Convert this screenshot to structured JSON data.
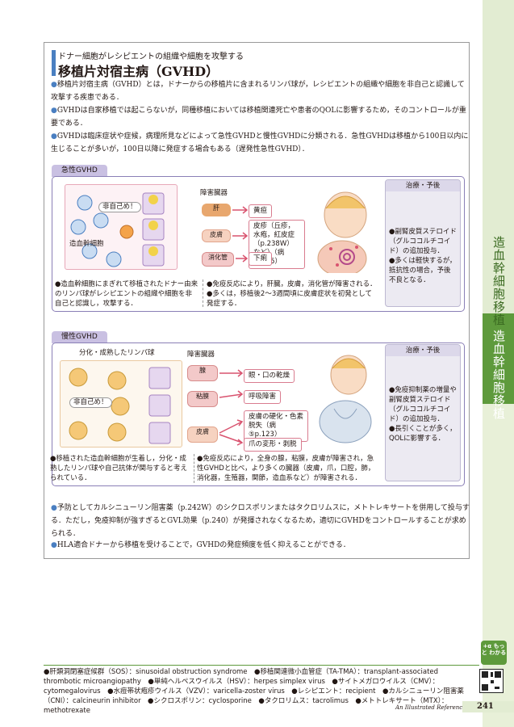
{
  "header": {
    "subtitle": "ドナー細胞がレシピエントの組織や細胞を攻撃する",
    "title": "移植片対宿主病（GVHD）"
  },
  "intro": [
    "移植片対宿主病（GVHD）とは，ドナーからの移植片に含まれるリンパ球が，レシピエントの組織や細胞を非自己と認識して攻撃する疾患である．",
    "GVHDは自家移植では起こらないが，同種移植においては移植関連死亡や患者のQOLに影響するため，そのコントロールが重要である．",
    "GVHDは臨床症状や症候，病理所見などによって急性GVHDと慢性GVHDに分類される．急性GVHDは移植から100日以内に生じることが多いが，100日以降に発症する場合もある（遅発性急性GVHD）．"
  ],
  "acute": {
    "label": "急性GVHD",
    "non_self": "非自己め！",
    "cell_label": "造血幹細胞",
    "organ_header": "障害臓器",
    "organs": [
      "肝",
      "皮膚",
      "消化管"
    ],
    "symptoms": [
      "黄疸",
      "皮疹（丘疹，水疱，紅皮症（p.238W）など）（病⑤p.15）",
      "下痢"
    ],
    "note_left": "造血幹細胞にまぎれて移植されたドナー由来のリンパ球がレシピエントの組織や細胞を非自己と認識し，攻撃する．",
    "note_right": [
      "免疫反応により，肝臓，皮膚，消化管が障害される．",
      "多くは，移植後2〜3週間頃に皮膚症状を初発として発症する．"
    ],
    "treat_header": "治療・予後",
    "treat": [
      "副腎皮質ステロイド（グルココルチコイド）の追加投与．",
      "多くは軽快するが，抵抗性の場合，予後不良となる．"
    ]
  },
  "chronic": {
    "label": "慢性GVHD",
    "cell_label": "分化・成熟したリンパ球",
    "non_self": "非自己め！",
    "organ_header": "障害臓器",
    "organs": [
      "腺",
      "粘膜",
      "皮膚"
    ],
    "symptoms": [
      "眼・口の乾燥",
      "呼吸障害",
      "皮膚の硬化・色素脱失（病⑤p.123）",
      "爪の変形・剥脱"
    ],
    "note_left": "移植された造血幹細胞が生着し，分化・成熟したリンパ球や自己抗体が関与すると考えられている．",
    "note_right": "免疫反応により，全身の腺，粘膜，皮膚が障害され，急性GVHDと比べ，より多くの臓器（皮膚，爪，口腔，肺，消化器，生殖器，関節，造血系など）が障害される．",
    "treat_header": "治療・予後",
    "treat": [
      "免疫抑制薬の増量や副腎皮質ステロイド（グルココルチコイド）の追加投与．",
      "長引くことが多く，QOLに影響する．"
    ]
  },
  "bottom": [
    "予防としてカルシニューリン阻害薬（p.242W）のシクロスポリンまたはタクロリムスに，メトトレキサートを併用して投与する．ただし，免疫抑制が強すぎるとGVL効果（p.240）が発揮されなくなるため，適切にGVHDをコントロールすることが求められる．",
    "HLA適合ドナーから移植を受けることで，GVHDの発症頻度を低く抑えることができる．"
  ],
  "footnote": "●肝類洞閉塞症候群（SOS）：sinusoidal obstruction syndrome　●移植関連微小血管症（TA-TMA）：transplant-associated thrombotic microangiopathy　●単純ヘルペスウイルス（HSV）：herpes simplex virus　●サイトメガロウイルス（CMV）：cytomegalovirus　●水痘帯状疱疹ウイルス（VZV）：varicella-zoster virus　●レシピエント：recipient　●カルシニューリン阻害薬（CNI）：calcineurin inhibitor　●シクロスポリン：cyclosporine　●タクロリムス：tacrolimus　●メトトレキサート（MTX）：methotrexate",
  "side_tab": "造血幹細胞移植",
  "side_tab2": "造血幹細胞移植",
  "more_badge": "+α もっと わかる",
  "guide": "An Illustrated Reference Guide",
  "page": "241",
  "colors": {
    "accent": "#4a7fc1",
    "panel": "#8a7fb6",
    "tab": "#5e9a3c"
  }
}
